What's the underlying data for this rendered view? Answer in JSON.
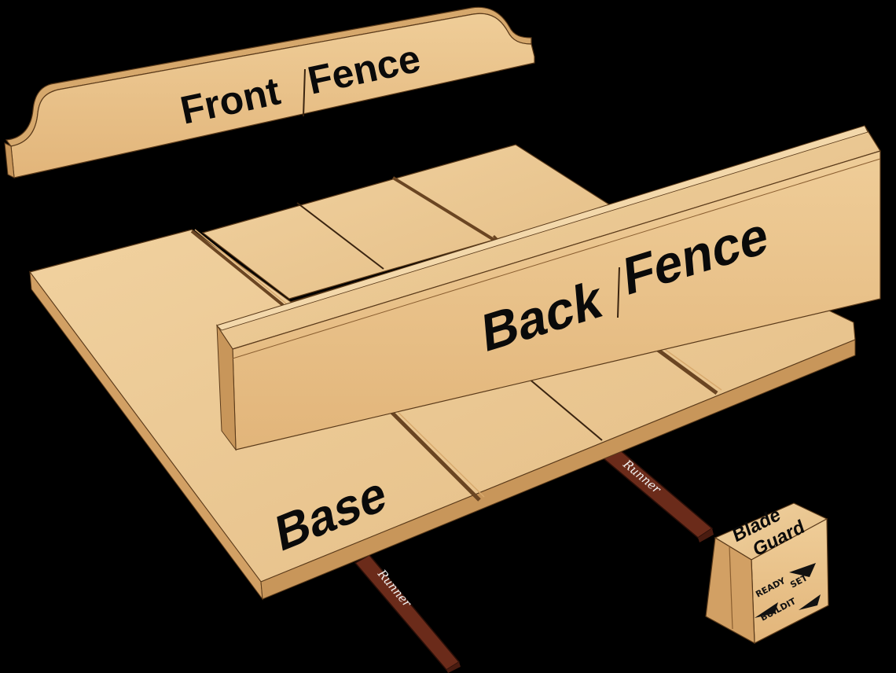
{
  "parts": {
    "front_fence": {
      "word1": "Front",
      "word2": "Fence"
    },
    "back_fence": {
      "word1": "Back",
      "word2": "Fence"
    },
    "base": {
      "label": "Base"
    },
    "runner_left": {
      "label": "Runner"
    },
    "runner_right": {
      "label": "Runner"
    },
    "blade_guard": {
      "line1": "Blade",
      "line2": "Guard",
      "logo_ready": "READY",
      "logo_set": "SET",
      "logo_buildit": "BUILDIT"
    }
  },
  "colors": {
    "background": "#000000",
    "wood_top": "#ecc994",
    "wood_side": "#d9ab6c",
    "wood_edge": "#c8965a",
    "runner": "#6b2b1a",
    "ink": "#0a0a0a"
  }
}
